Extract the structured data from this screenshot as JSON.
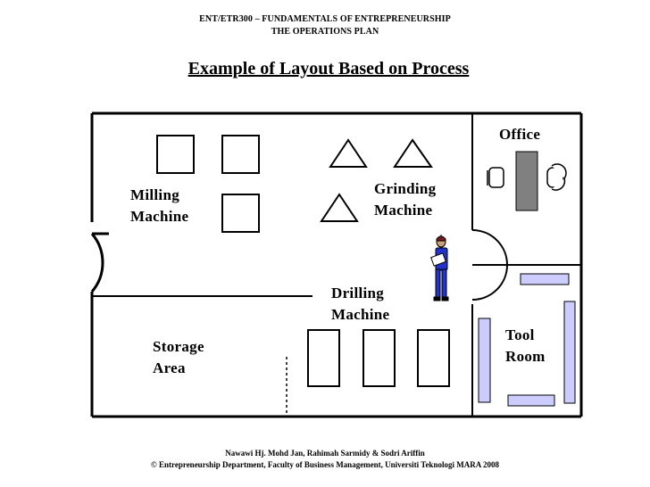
{
  "header": {
    "course": "ENT/ETR300 – FUNDAMENTALS OF ENTREPRENEURSHIP",
    "topic": "THE OPERATIONS PLAN"
  },
  "title": "Example of Layout Based on Process",
  "areas": {
    "milling": "Milling\nMachine",
    "grinding": "Grinding\nMachine",
    "drilling": "Drilling\nMachine",
    "storage": "Storage\nArea",
    "office": "Office",
    "tool_room": "Tool\nRoom"
  },
  "footer": {
    "authors": "Nawawi Hj. Mohd Jan, Rahimah Sarmidy & Sodri Ariffin",
    "copyright": "© Entrepreneurship Department, Faculty of Business Management, Universiti Teknologi MARA 2008"
  },
  "colors": {
    "outline": "#000000",
    "desk": "#808080",
    "rack_fill": "#ccccff",
    "worker_shirt": "#2233cc",
    "worker_hair": "#7a1a1a"
  }
}
